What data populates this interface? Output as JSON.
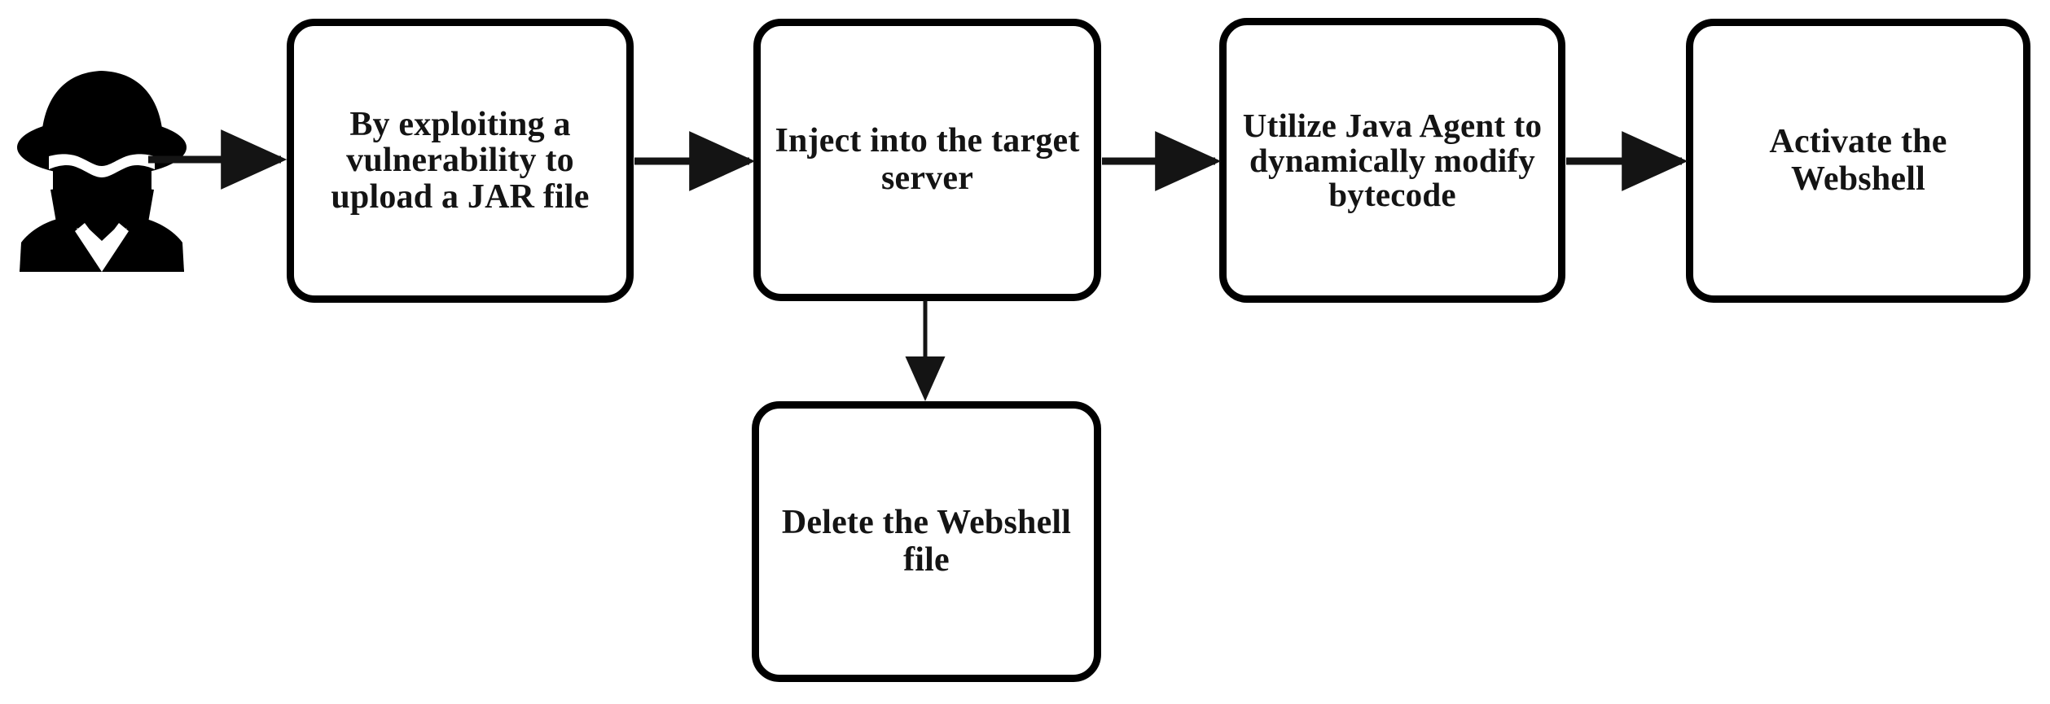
{
  "diagram": {
    "type": "flowchart",
    "orientation": "left-to-right",
    "background_color": "#ffffff",
    "stroke_color": "#000000",
    "text_color": "#141414",
    "actor": {
      "icon": "hacker-icon",
      "label": ""
    },
    "nodes": [
      {
        "id": "exploit",
        "label": "By exploiting a vulnerability to upload a JAR file",
        "shape": "rounded-rectangle"
      },
      {
        "id": "inject",
        "label": "Inject into the target server",
        "shape": "rounded-rectangle"
      },
      {
        "id": "agent",
        "label": "Utilize Java Agent to dynamically modify bytecode",
        "shape": "rounded-rectangle"
      },
      {
        "id": "activate",
        "label": "Activate the Webshell",
        "shape": "rounded-rectangle"
      },
      {
        "id": "delete",
        "label": "Delete the Webshell file",
        "shape": "rounded-rectangle"
      }
    ],
    "edges": [
      {
        "from": "attacker",
        "to": "exploit",
        "direction": "right",
        "style": "solid-arrow"
      },
      {
        "from": "exploit",
        "to": "inject",
        "direction": "right",
        "style": "solid-arrow"
      },
      {
        "from": "inject",
        "to": "agent",
        "direction": "right",
        "style": "solid-arrow"
      },
      {
        "from": "agent",
        "to": "activate",
        "direction": "right",
        "style": "solid-arrow"
      },
      {
        "from": "inject",
        "to": "delete",
        "direction": "down",
        "style": "solid-arrow-thin"
      }
    ]
  }
}
